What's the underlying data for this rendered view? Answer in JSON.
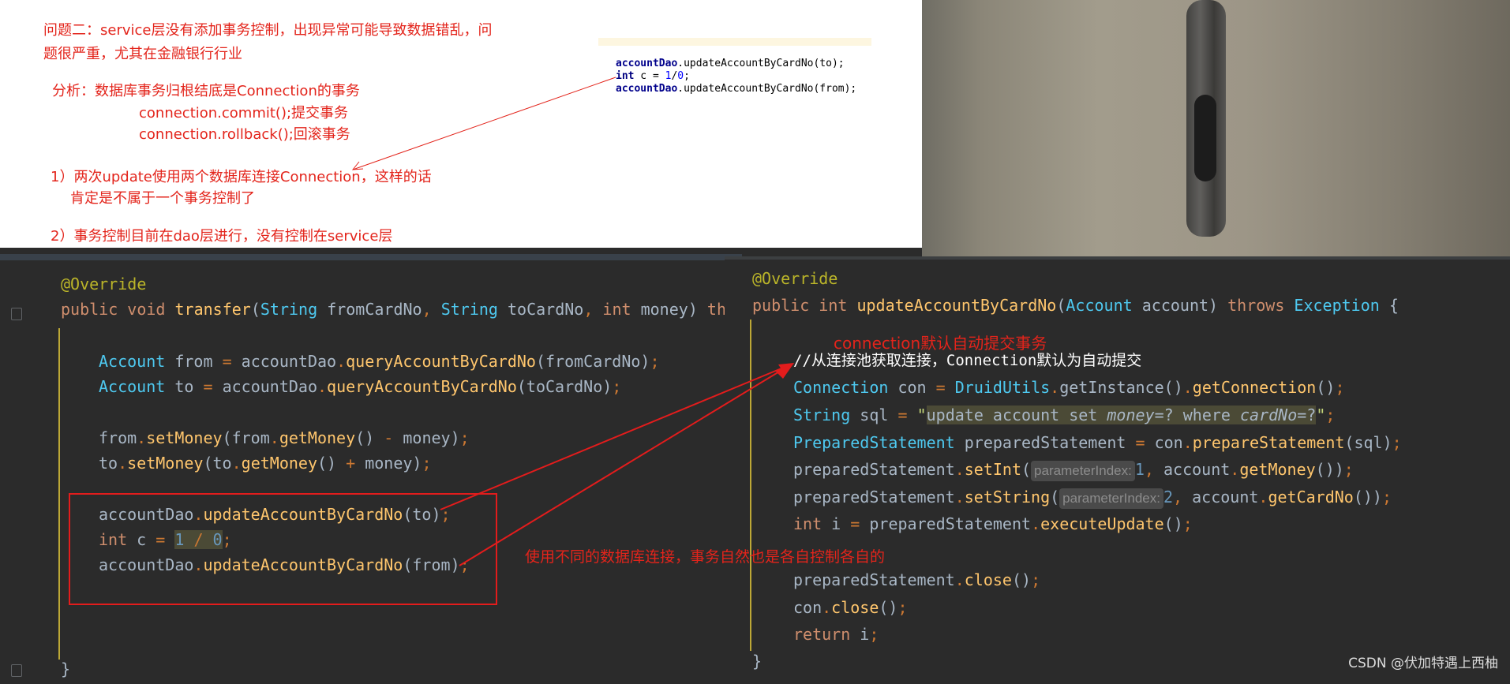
{
  "note": {
    "problem_line1": "问题二：service层没有添加事务控制，出现异常可能导致数据错乱，问",
    "problem_line2": "题很严重，尤其在金融银行行业",
    "analysis_title": "分析：数据库事务归根结底是Connection的事务",
    "analysis_commit": "connection.commit();提交事务",
    "analysis_rollback": "connection.rollback();回滚事务",
    "point1_line1": "1）两次update使用两个数据库连接Connection，这样的话",
    "point1_line2": "肯定是不属于一个事务控制了",
    "point2": "2）事务控制目前在dao层进行，没有控制在service层",
    "snippet": [
      {
        "obj": "accountDao",
        "rest": ".updateAccountByCardNo(to);"
      },
      {
        "kw": "int",
        "rest_a": " c = ",
        "n1": "1",
        "slash": "/",
        "n2": "0",
        "rest_b": ";"
      },
      {
        "obj": "accountDao",
        "rest": ".updateAccountByCardNo(from);"
      }
    ]
  },
  "left_editor": {
    "annotation": "@Override",
    "sig": {
      "public": "public",
      "void": "void",
      "name": "transfer",
      "p1type": "String",
      "p1": "fromCardNo",
      "p2type": "String",
      "p2": "toCardNo",
      "p3type": "int",
      "p3": "money",
      "tail": "th"
    },
    "line_from": {
      "type": "Account",
      "var": "from",
      "obj": "accountDao",
      "call": "queryAccountByCardNo",
      "arg": "fromCardNo"
    },
    "line_to": {
      "type": "Account",
      "var": "to",
      "obj": "accountDao",
      "call": "queryAccountByCardNo",
      "arg": "toCardNo"
    },
    "line_setfrom": {
      "obj": "from",
      "call": "setMoney",
      "inner_obj": "from",
      "inner_call": "getMoney",
      "op": "-",
      "arg": "money"
    },
    "line_setto": {
      "obj": "to",
      "call": "setMoney",
      "inner_obj": "to",
      "inner_call": "getMoney",
      "op": "+",
      "arg": "money"
    },
    "line_update_to": {
      "obj": "accountDao",
      "call": "updateAccountByCardNo",
      "arg": "to"
    },
    "line_div": {
      "kw": "int",
      "var": "c",
      "n1": "1",
      "op": "/",
      "n2": "0"
    },
    "line_update_from": {
      "obj": "accountDao",
      "call": "updateAccountByCardNo",
      "arg": "from"
    },
    "close_brace": "}"
  },
  "right_editor": {
    "annotation": "@Override",
    "sig": {
      "public": "public",
      "int": "int",
      "name": "updateAccountByCardNo",
      "ptype": "Account",
      "p": "account",
      "throws": "throws",
      "ex": "Exception",
      "brace": "{"
    },
    "red_note": "connection默认自动提交事务",
    "comment": "//从连接池获取连接，Connection默认为自动提交",
    "line_con": {
      "type": "Connection",
      "var": "con",
      "cls": "DruidUtils",
      "call1": "getInstance",
      "call2": "getConnection"
    },
    "line_sql": {
      "type": "String",
      "var": "sql",
      "s1": "\"",
      "s2": "update account set ",
      "f1": "money",
      "s3": "=? where ",
      "f2": "cardNo",
      "s4": "=?",
      "s5": "\""
    },
    "line_ps": {
      "type": "PreparedStatement",
      "var": "preparedStatement",
      "obj": "con",
      "call": "prepareStatement",
      "arg": "sql"
    },
    "line_setint": {
      "obj": "preparedStatement",
      "call": "setInt",
      "hint": "parameterIndex:",
      "idx": "1",
      "arg_obj": "account",
      "arg_call": "getMoney"
    },
    "line_setstring": {
      "obj": "preparedStatement",
      "call": "setString",
      "hint": "parameterIndex:",
      "idx": "2",
      "arg_obj": "account",
      "arg_call": "getCardNo"
    },
    "line_exec": {
      "kw": "int",
      "var": "i",
      "obj": "preparedStatement",
      "call": "executeUpdate"
    },
    "mid_note": "使用不同的数据库连接，事务自然也是各自控制各自的",
    "line_close1": {
      "obj": "preparedStatement",
      "call": "close"
    },
    "line_close2": {
      "obj": "con",
      "call": "close"
    },
    "line_return": {
      "kw": "return",
      "var": "i"
    },
    "close_brace": "}"
  },
  "watermark": "CSDN @伏加特遇上西柚",
  "colors": {
    "keyword": "#cc7832",
    "function": "#ffc66d",
    "annotation": "#bbb529",
    "red_note": "#e3241b",
    "editor_bg": "#2b2b2b"
  }
}
